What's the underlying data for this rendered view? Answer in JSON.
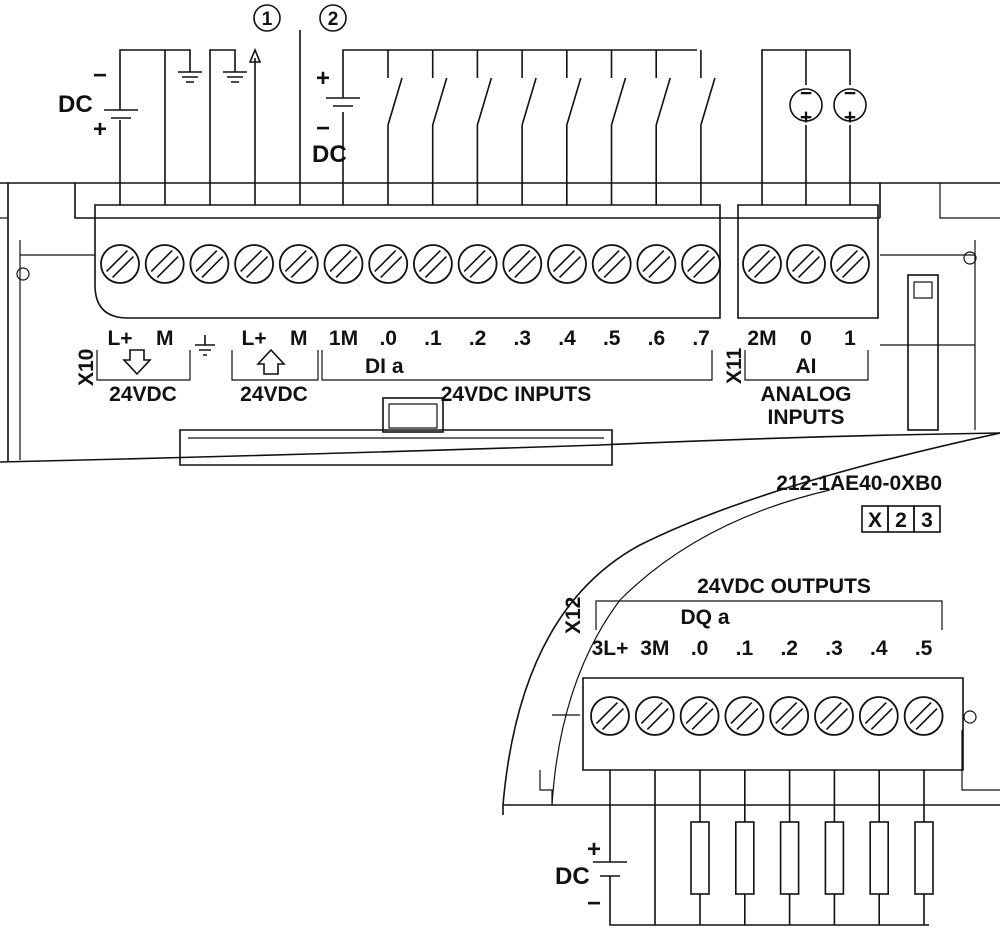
{
  "callouts": {
    "c1": "1",
    "c2": "2"
  },
  "supply_left": {
    "label": "DC",
    "minus": "−",
    "plus": "+"
  },
  "supply_inputs": {
    "label": "DC",
    "plus": "+",
    "minus": "−"
  },
  "analog_sources": [
    {
      "minus": "−",
      "plus": "+"
    },
    {
      "minus": "−",
      "plus": "+"
    }
  ],
  "connector_x10": {
    "id": "X10",
    "terminals": [
      "L+",
      "M",
      "",
      "L+",
      "M",
      "1M",
      ".0",
      ".1",
      ".2",
      ".3",
      ".4",
      ".5",
      ".6",
      ".7"
    ],
    "group_power_in": "24VDC",
    "group_power_out": "24VDC",
    "group_di": "DI a",
    "group_di_title": "24VDC INPUTS"
  },
  "connector_x11": {
    "id": "X11",
    "terminals": [
      "2M",
      "0",
      "1"
    ],
    "group_ai": "AI",
    "title_line1": "ANALOG",
    "title_line2": "INPUTS"
  },
  "model": {
    "part_number": "212-1AE40-0XB0",
    "boxes": [
      "X",
      "2",
      "3"
    ]
  },
  "connector_x12": {
    "id": "X12",
    "title": "24VDC OUTPUTS",
    "group_dq": "DQ a",
    "terminals": [
      "3L+",
      "3M",
      ".0",
      ".1",
      ".2",
      ".3",
      ".4",
      ".5"
    ]
  },
  "supply_outputs": {
    "label": "DC",
    "plus": "+",
    "minus": "−"
  }
}
